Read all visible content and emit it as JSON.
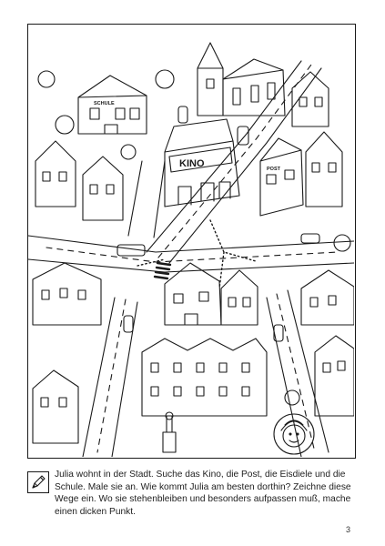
{
  "illustration": {
    "sign_kino": "KINO",
    "sign_schule": "SCHULE",
    "sign_post": "POST"
  },
  "task": {
    "icon": "pencil-icon",
    "text": "Julia wohnt in der Stadt. Suche das Kino, die Post, die Eisdiele und die Schule. Male sie an. Wie kommt Julia am besten dorthin? Zeichne diese Wege ein. Wo sie stehenbleiben und besonders aufpassen muß, mache einen dicken Punkt."
  },
  "page_number": "3"
}
